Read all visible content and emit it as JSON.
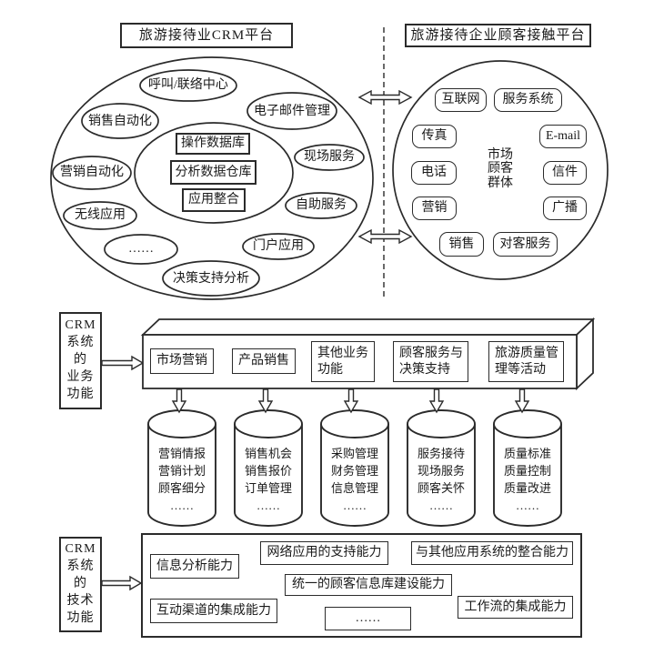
{
  "colors": {
    "line": "#2b2b2b",
    "background": "#ffffff"
  },
  "left_platform": {
    "title": "旅游接待业CRM平台",
    "modules": {
      "call_center": "呼叫/联络中心",
      "sales_automation": "销售自动化",
      "email_management": "电子邮件管理",
      "marketing_automation": "营销自动化",
      "field_service": "现场服务",
      "wireless_app": "无线应用",
      "self_service": "自助服务",
      "more": "……",
      "portal_app": "门户应用",
      "decision_analysis": "决策支持分析"
    },
    "core": {
      "operational_db": "操作数据库",
      "analysis_warehouse": "分析数据仓库",
      "app_integration": "应用整合"
    }
  },
  "right_platform": {
    "title": "旅游接待企业顾客接触平台",
    "center": "市场\n顾客\n群体",
    "channels": {
      "internet": "互联网",
      "service_system": "服务系统",
      "fax": "传真",
      "email": "E-mail",
      "phone": "电话",
      "letter": "信件",
      "marketing": "营销",
      "broadcast": "广播",
      "sales": "销售",
      "guest_service": "对客服务"
    }
  },
  "business": {
    "side_label": "CRM\n系统\n的\n业务\n功能",
    "functions": [
      "市场营销",
      "产品销售",
      "其他业务\n功能",
      "顾客服务与\n决策支持",
      "旅游质量管\n理等活动"
    ],
    "databases": [
      "营销情报\n营销计划\n顾客细分\n……",
      "销售机会\n销售报价\n订单管理\n……",
      "采购管理\n财务管理\n信息管理\n……",
      "服务接待\n现场服务\n顾客关怀\n……",
      "质量标准\n质量控制\n质量改进\n……"
    ]
  },
  "technical": {
    "side_label": "CRM\n系统\n的\n技术\n功能",
    "capabilities": {
      "info_analysis": "信息分析能力",
      "network_support": "网络应用的支持能力",
      "integration_with_other": "与其他应用系统的整合能力",
      "unified_customer_db": "统一的顾客信息库建设能力",
      "channel_integration": "互动渠道的集成能力",
      "more": "……",
      "workflow_integration": "工作流的集成能力"
    }
  }
}
